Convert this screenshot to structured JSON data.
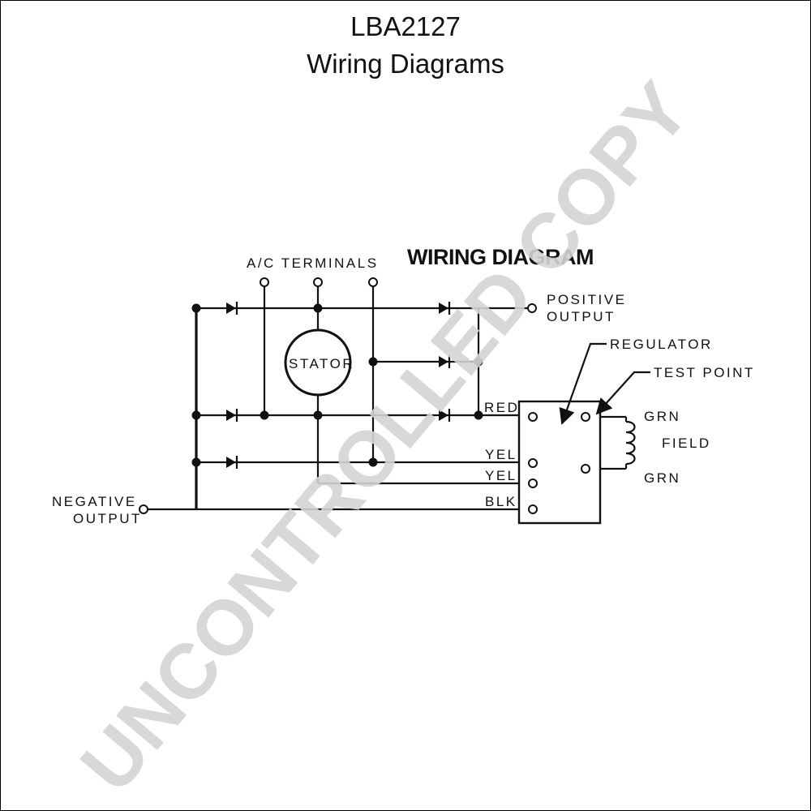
{
  "title": {
    "part_number": "LBA2127",
    "subtitle": "Wiring Diagrams"
  },
  "watermark": "UNCONTROLLED COPY",
  "diagram": {
    "heading": "WIRING DIAGRAM",
    "labels": {
      "ac_terminals": "A/C TERMINALS",
      "stator": "STATOR",
      "positive_output_1": "POSITIVE",
      "positive_output_2": "OUTPUT",
      "negative_output_1": "NEGATIVE",
      "negative_output_2": "OUTPUT",
      "regulator": "REGULATOR",
      "test_point": "TEST POINT",
      "field": "FIELD",
      "grn_top": "GRN",
      "grn_bottom": "GRN",
      "red": "RED",
      "yel_1": "YEL",
      "yel_2": "YEL",
      "blk": "BLK"
    }
  }
}
